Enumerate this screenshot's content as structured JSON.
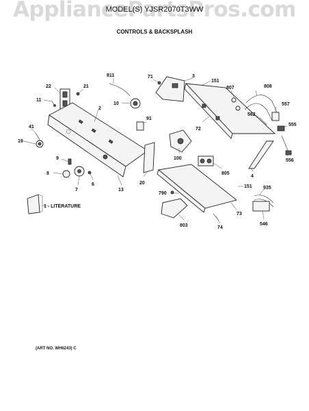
{
  "watermark": "AppliancePartsPros.com",
  "header": {
    "model": "MODEL(S) YJSR2070T3WW",
    "subtitle": "CONTROLS & BACKSPLASH"
  },
  "callouts": [
    "22",
    "21",
    "11",
    "2",
    "811",
    "10",
    "71",
    "3",
    "151",
    "807",
    "808",
    "557",
    "562",
    "555",
    "41",
    "19",
    "91",
    "72",
    "100",
    "9",
    "8",
    "7",
    "6",
    "13",
    "20",
    "805",
    "4",
    "556",
    "151",
    "935",
    "790",
    "73",
    "803",
    "74",
    "546"
  ],
  "literature_label": "1 - LITERATURE",
  "art_no": "(ART NO. WH6243) C"
}
